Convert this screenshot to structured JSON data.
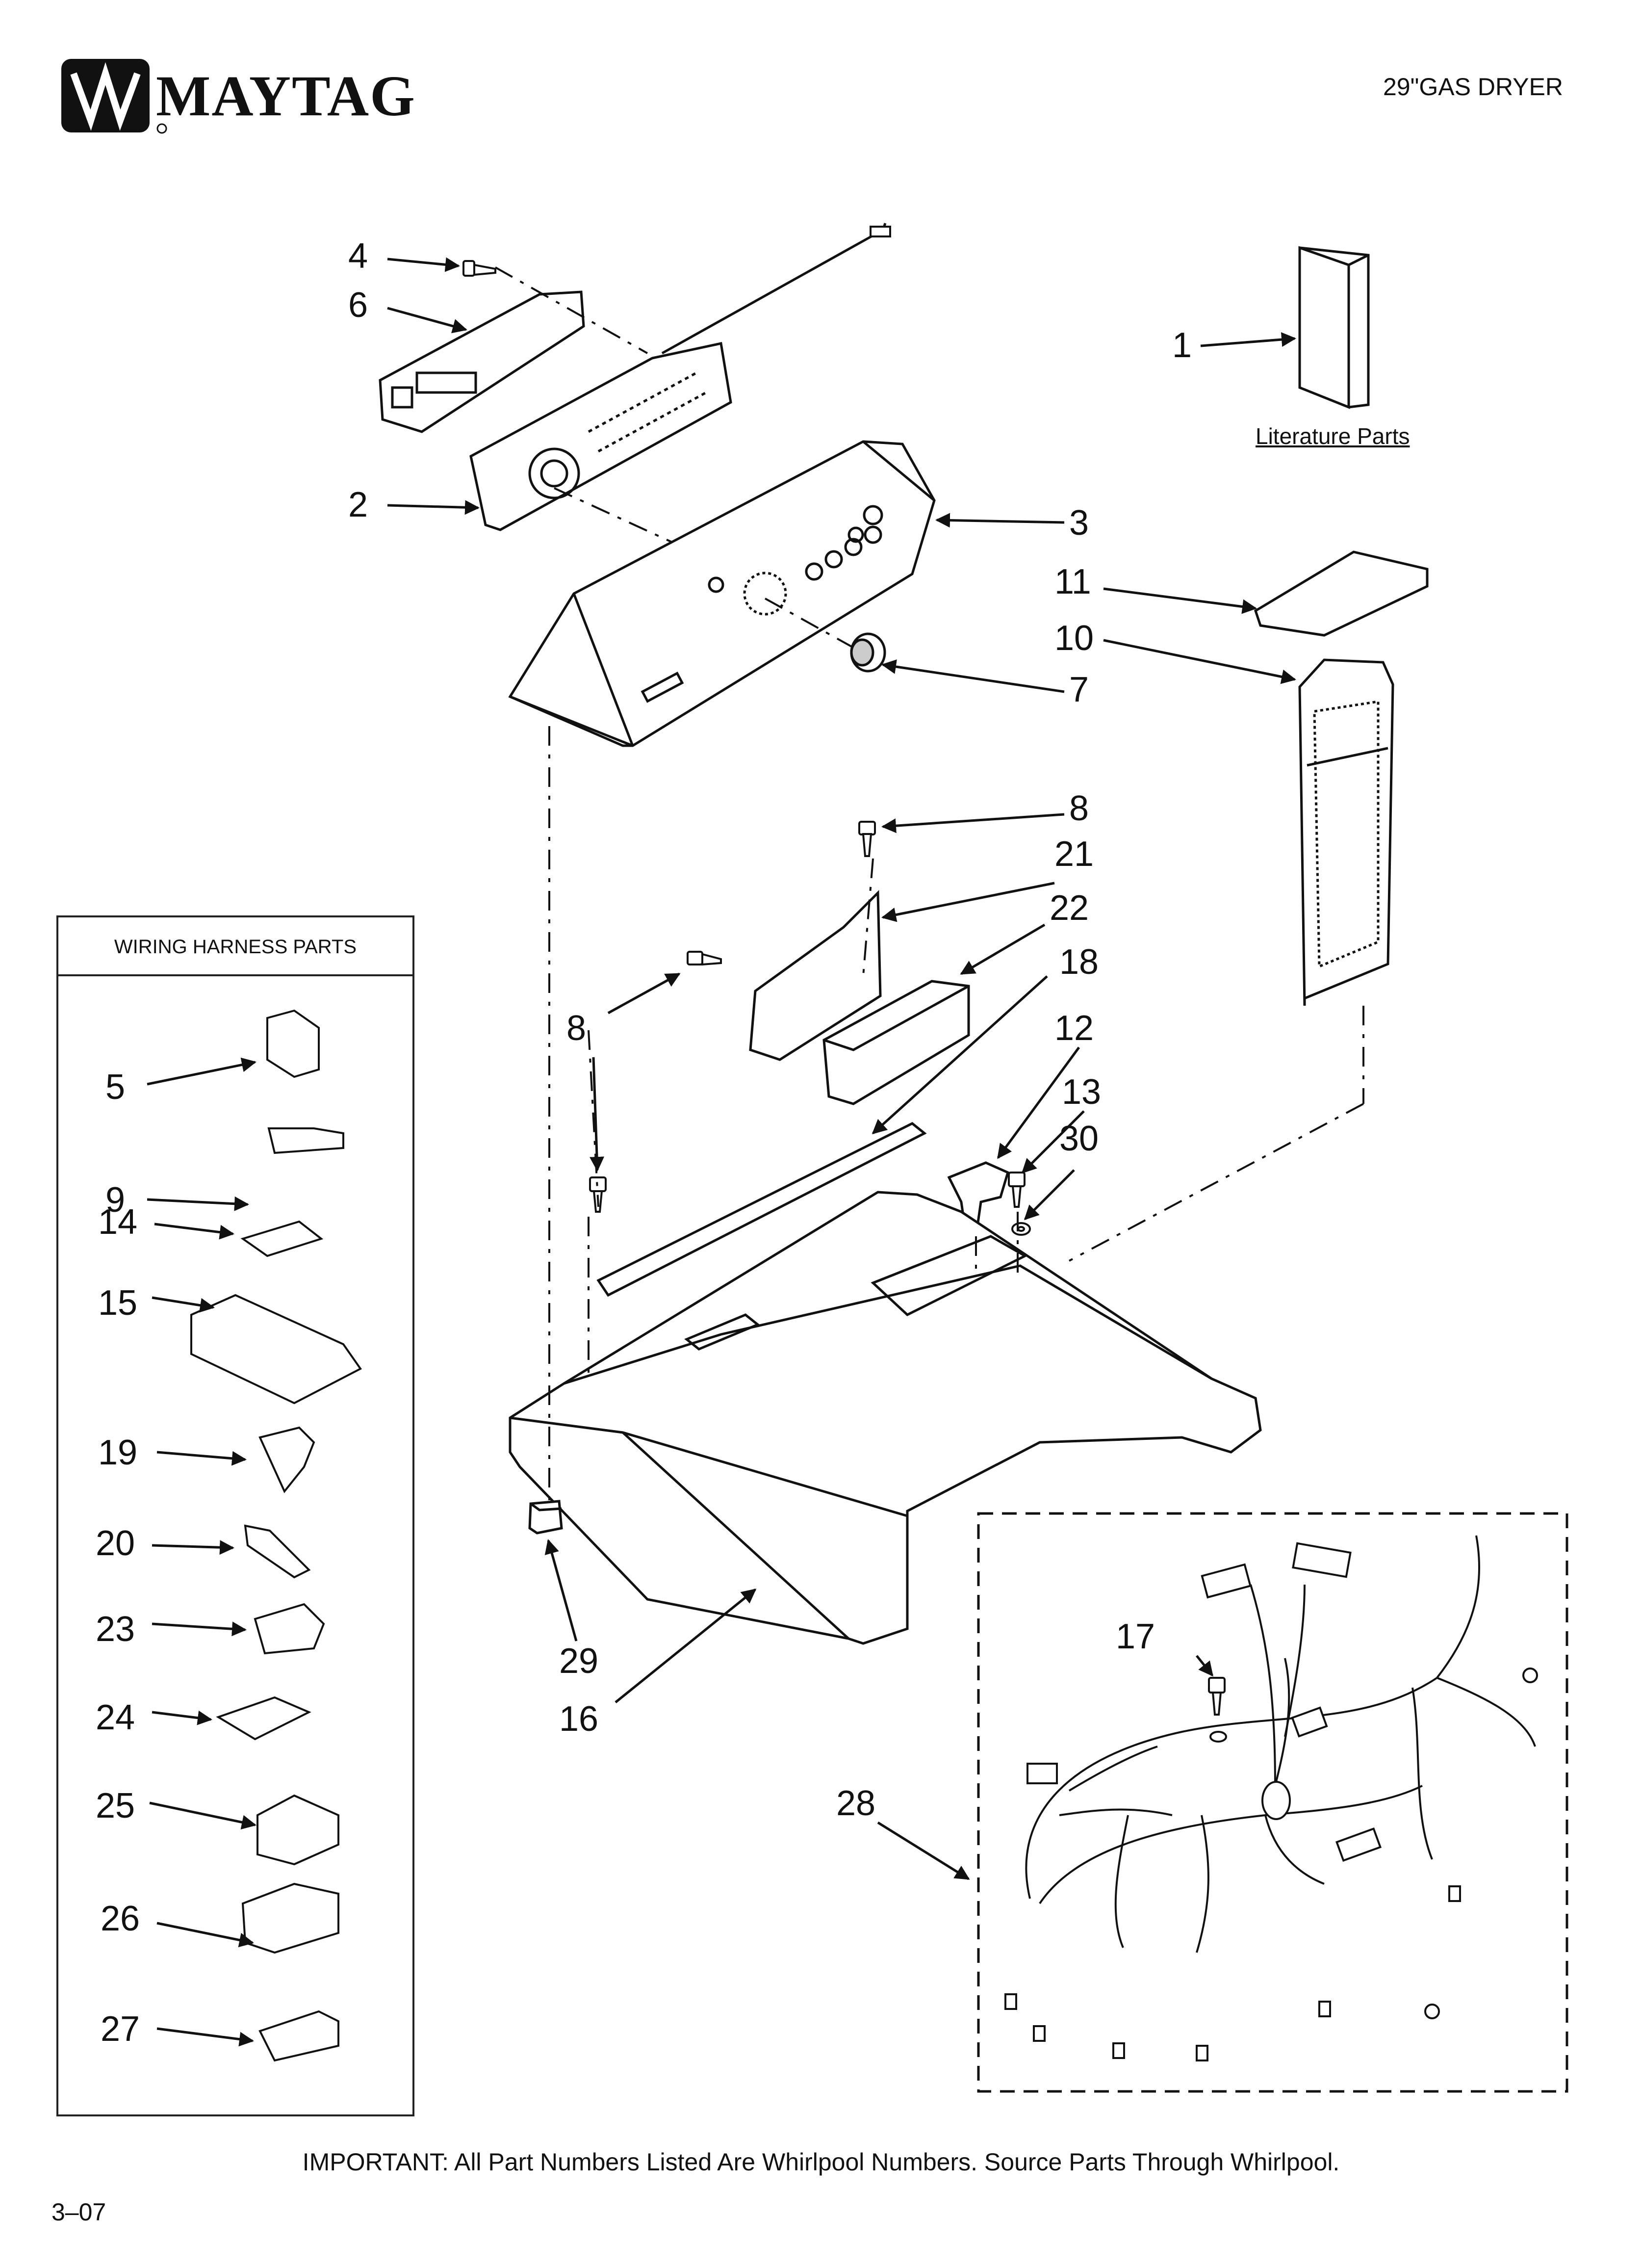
{
  "header": {
    "brand": "MAYTAG",
    "title": "29\"GAS DRYER"
  },
  "literature_label": "Literature Parts",
  "legend": {
    "heading": "WIRING HARNESS PARTS",
    "items": [
      "5",
      "9",
      "14",
      "15",
      "19",
      "20",
      "23",
      "24",
      "25",
      "26",
      "27"
    ]
  },
  "callouts": [
    "1",
    "2",
    "3",
    "4",
    "6",
    "7",
    "8",
    "8",
    "10",
    "11",
    "12",
    "13",
    "16",
    "17",
    "18",
    "21",
    "22",
    "28",
    "29",
    "30"
  ],
  "footer": {
    "note": "IMPORTANT: All Part Numbers Listed Are Whirlpool Numbers. Source Parts Through Whirlpool.",
    "date": "3–07"
  }
}
